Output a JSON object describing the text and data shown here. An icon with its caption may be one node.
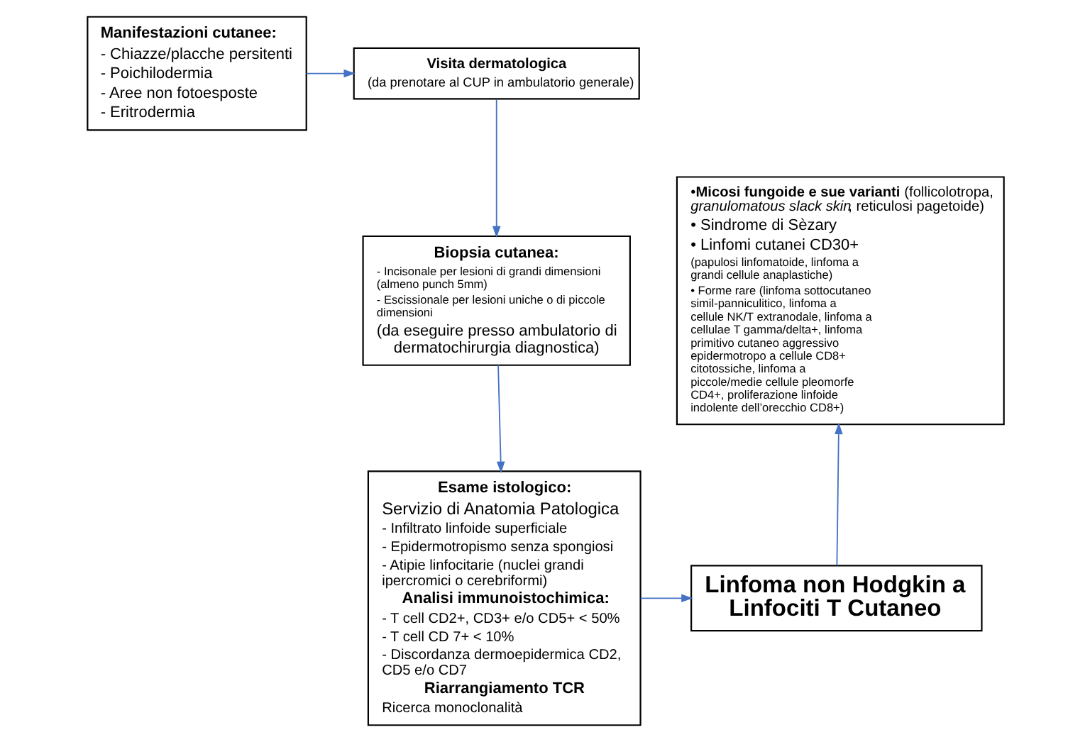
{
  "diagram": {
    "nodes": [
      {
        "text": [
          "Manifestazioni cutanee:",
          "- Chiazze/placche persitenti",
          "- Poichilodermia",
          "- Aree non fotoesposte",
          "- Eritrodermia"
        ]
      },
      {
        "text": [
          "Visita dermatologica",
          "(da prenotare al CUP in ambulatorio generale)"
        ]
      },
      {
        "text": [
          "Biopsia cutanea:",
          "- Incisonale per lesioni di grandi dimensioni (almeno punch 5mm)",
          "- Escissionale per lesioni uniche o di piccole dimensioni",
          "(da eseguire presso ambulatorio di dermatochirurgia diagnostica)"
        ]
      },
      {
        "text": [
          "Esame istologico:",
          "Servizio di Anatomia Patologica",
          "- Infiltrato linfoide superficiale",
          "- Epidermotropismo senza spongiosi",
          "- Atipie linfocitarie (nuclei grandi ipercromici o cerebriformi)",
          "Analisi immunoistochimica:",
          "- T cell CD2+, CD3+ e/o CD5+ < 50%",
          "- T cell CD 7+ < 10%",
          "- Discordanza dermoepidermica CD2, CD5 e/o CD7",
          "Riarrangiamento TCR",
          "Ricerca monoclonalità"
        ]
      },
      {
        "text": [
          "Linfoma non Hodgkin a Linfociti T Cutaneo"
        ]
      },
      {
        "text": [
          "•**Micosi fungoide e sue varianti** (follicolotropa, *granulomatous slack skin*, reticulosi pagetoide)",
          "• Sindrome di Sèzary",
          "• Linfomi cutanei CD30+",
          "(papulosi linfomatoide, linfoma a grandi cellule anaplastiche)",
          "• Forme rare (linfoma sottocutaneo simil-panniculitico, linfoma a cellule NK/T extranodale, linfoma a cellulae T gamma/delta+, linfoma primitivo cutaneo aggressivo epidermotropo a cellule CD8+ citotossiche, linfoma a piccole/medie cellule pleomorfe CD4+, proliferazione linfoide indolente dell’orecchio CD8+)"
        ]
      }
    ],
    "edges": [
      {
        "from": 0,
        "to": 1,
        "arrow": "to"
      },
      {
        "from": 1,
        "to": 2,
        "arrow": "to"
      },
      {
        "from": 2,
        "to": 3,
        "arrow": "to"
      },
      {
        "from": 3,
        "to": 4,
        "arrow": "to"
      },
      {
        "from": 4,
        "to": 5,
        "arrow": "to"
      }
    ]
  }
}
